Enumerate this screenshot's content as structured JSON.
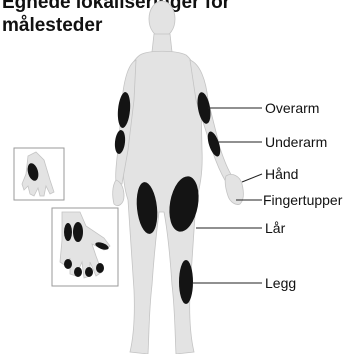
{
  "title": {
    "line1": "Egnede lokaliseringer for",
    "line2": "målesteder"
  },
  "labels": {
    "overarm": "Overarm",
    "underarm": "Underarm",
    "hand": "Hånd",
    "fingertips": "Fingertupper",
    "thigh": "Lår",
    "calf": "Legg"
  },
  "colors": {
    "body": "#e3e3e3",
    "body_outline": "#c4c4c4",
    "site": "#141414",
    "line": "#222222",
    "inset_border": "#9a9a9a"
  }
}
